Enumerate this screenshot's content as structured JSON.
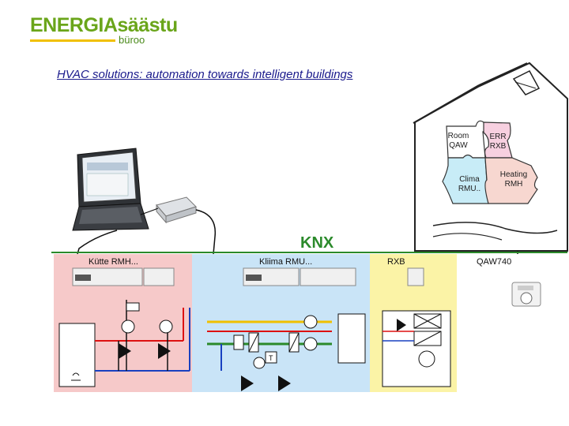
{
  "logo": {
    "main": "ENERGIAsäästu",
    "sub": "büroo"
  },
  "title": "HVAC solutions: automation towards intelligent buildings",
  "puzzle": {
    "room": {
      "line1": "Room",
      "line2": "QAW"
    },
    "err": {
      "line1": "ERR",
      "line2": "RXB"
    },
    "clima": {
      "line1": "Clima",
      "line2": "RMU.."
    },
    "heating": {
      "line1": "Heating",
      "line2": "RMH"
    }
  },
  "bus_logo": "KNX",
  "sections": [
    {
      "label": "Kütte RMH...",
      "color": "#f6c9c9"
    },
    {
      "label": "Kliima RMU...",
      "color": "#c9e4f7"
    },
    {
      "label": "RXB",
      "color": "#fbf3a6"
    },
    {
      "label": "QAW740",
      "color": "#ffffff"
    }
  ],
  "sensor_label": "T",
  "colors": {
    "title": "#1a1a8c",
    "bus_line": "#2b8a2b",
    "logo_green": "#6aa51a"
  }
}
